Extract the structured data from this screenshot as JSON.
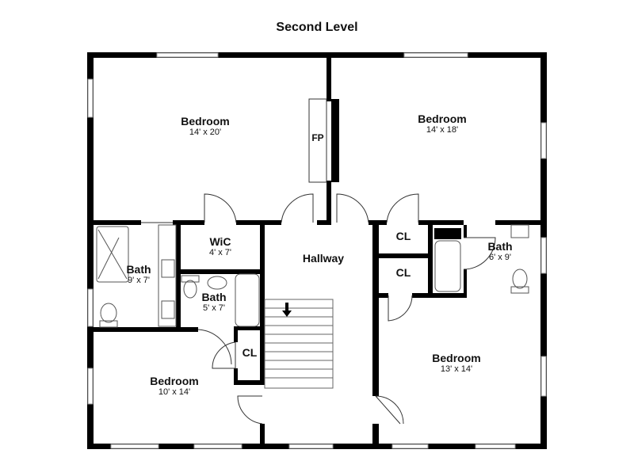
{
  "title": "Second Level",
  "rooms": [
    {
      "name": "Bedroom",
      "size": "14' x 20'"
    },
    {
      "name": "Bedroom",
      "size": "14' x 18'"
    },
    {
      "name": "FP"
    },
    {
      "name": "WiC",
      "size": "4' x 7'"
    },
    {
      "name": "Hallway"
    },
    {
      "name": "CL"
    },
    {
      "name": "CL"
    },
    {
      "name": "Bath",
      "size": "9' x 7'"
    },
    {
      "name": "Bath",
      "size": "5' x 7'"
    },
    {
      "name": "Bath",
      "size": "6' x 9'"
    },
    {
      "name": "CL"
    },
    {
      "name": "Bedroom",
      "size": "10' x 14'"
    },
    {
      "name": "Bedroom",
      "size": "13' x 14'"
    }
  ]
}
